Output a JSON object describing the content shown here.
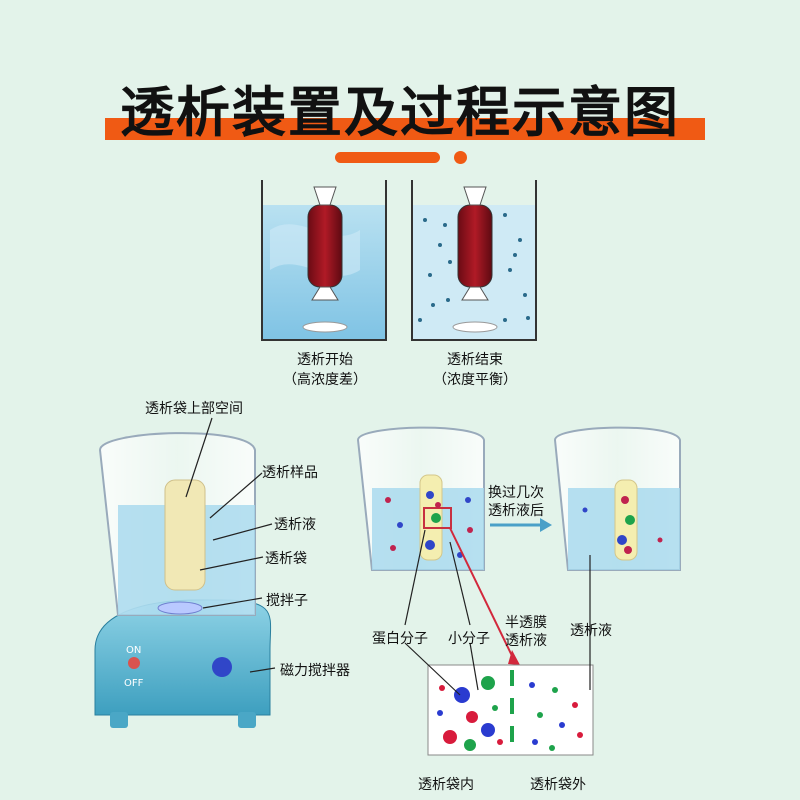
{
  "title": "透析装置及过程示意图",
  "top_diagram": {
    "left_caption": "透析开始",
    "left_sub": "（高浓度差）",
    "right_caption": "透析结束",
    "right_sub": "（浓度平衡）"
  },
  "apparatus_labels": {
    "upper_space": "透析袋上部空间",
    "sample": "透析样品",
    "dialysate": "透析液",
    "bag": "透析袋",
    "stir_bar": "搅拌子",
    "stirrer": "磁力搅拌器",
    "on": "ON",
    "off": "OFF"
  },
  "process_labels": {
    "arrow_text_line1": "换过几次",
    "arrow_text_line2": "透析液后",
    "protein": "蛋白分子",
    "small": "小分子",
    "membrane": "半透膜",
    "membrane_liquid": "透析液",
    "dialysate_right": "透析液",
    "inside": "透析袋内",
    "outside": "透析袋外"
  },
  "colors": {
    "accent": "#f05a14",
    "water": "#9fd2ea",
    "protein_red": "#d81b3c",
    "protein_green": "#1ea34b",
    "protein_blue": "#2a3bd0"
  }
}
